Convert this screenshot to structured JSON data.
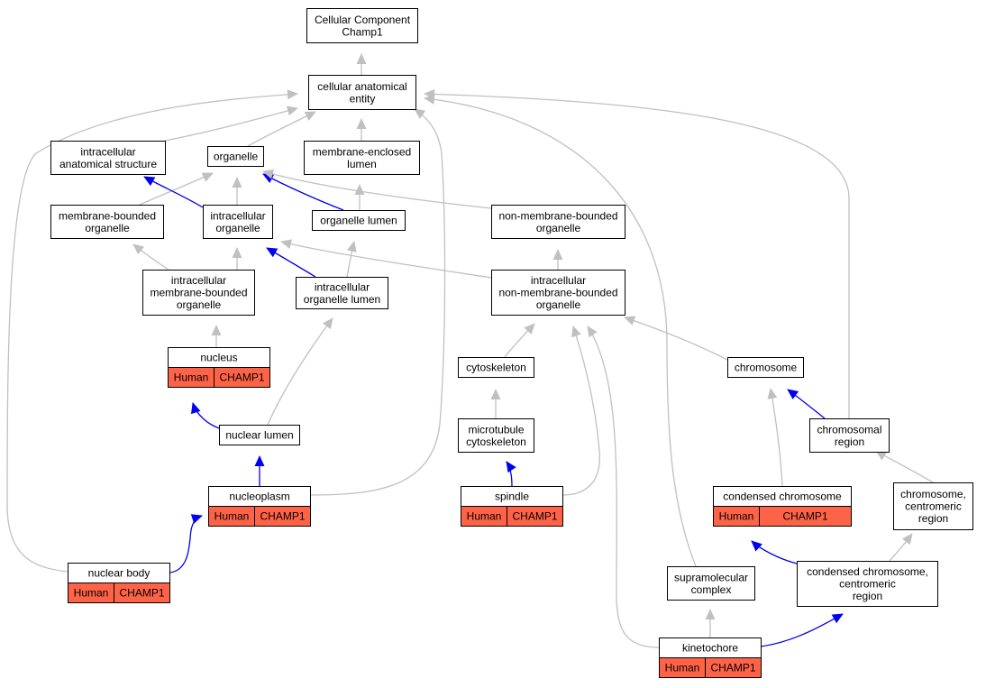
{
  "colors": {
    "is_a": "#c0c0c0",
    "part_of": "#0000ee",
    "annotation_fill": "#ff6347",
    "box_stroke": "#000000",
    "background": "#ffffff"
  },
  "nodes": {
    "root": {
      "lines": [
        "Cellular Component",
        "Champ1"
      ]
    },
    "cae": {
      "lines": [
        "cellular anatomical",
        "entity"
      ]
    },
    "ias": {
      "lines": [
        "intracellular",
        "anatomical structure"
      ]
    },
    "organelle": {
      "lines": [
        "organelle"
      ]
    },
    "mel": {
      "lines": [
        "membrane-enclosed",
        "lumen"
      ]
    },
    "mbo": {
      "lines": [
        "membrane-bounded",
        "organelle"
      ]
    },
    "io": {
      "lines": [
        "intracellular",
        "organelle"
      ]
    },
    "ol": {
      "lines": [
        "organelle lumen"
      ]
    },
    "nmbo": {
      "lines": [
        "non-membrane-bounded",
        "organelle"
      ]
    },
    "imbo": {
      "lines": [
        "intracellular",
        "membrane-bounded",
        "organelle"
      ]
    },
    "iol": {
      "lines": [
        "intracellular",
        "organelle lumen"
      ]
    },
    "inmbo": {
      "lines": [
        "intracellular",
        "non-membrane-bounded",
        "organelle"
      ]
    },
    "nucleus": {
      "lines": [
        "nucleus"
      ],
      "annotation": [
        "Human",
        "CHAMP1"
      ]
    },
    "cytoskeleton": {
      "lines": [
        "cytoskeleton"
      ]
    },
    "chromosome": {
      "lines": [
        "chromosome"
      ]
    },
    "nuclear_lumen": {
      "lines": [
        "nuclear lumen"
      ]
    },
    "mtc": {
      "lines": [
        "microtubule",
        "cytoskeleton"
      ]
    },
    "chrom_region": {
      "lines": [
        "chromosomal",
        "region"
      ]
    },
    "nucleoplasm": {
      "lines": [
        "nucleoplasm"
      ],
      "annotation": [
        "Human",
        "CHAMP1"
      ]
    },
    "spindle": {
      "lines": [
        "spindle"
      ],
      "annotation": [
        "Human",
        "CHAMP1"
      ]
    },
    "condensed": {
      "lines": [
        "condensed chromosome"
      ],
      "annotation": [
        "Human",
        "CHAMP1"
      ]
    },
    "ccr": {
      "lines": [
        "chromosome,",
        "centromeric",
        "region"
      ]
    },
    "nuclear_body": {
      "lines": [
        "nuclear body"
      ],
      "annotation": [
        "Human",
        "CHAMP1"
      ]
    },
    "supra": {
      "lines": [
        "supramolecular",
        "complex"
      ]
    },
    "cccr": {
      "lines": [
        "condensed chromosome,",
        "centromeric",
        "region"
      ]
    },
    "kinetochore": {
      "lines": [
        "kinetochore"
      ],
      "annotation": [
        "Human",
        "CHAMP1"
      ]
    }
  },
  "edges": [
    {
      "from": "cae",
      "to": "root",
      "type": "is_a"
    },
    {
      "from": "ias",
      "to": "cae",
      "type": "is_a"
    },
    {
      "from": "organelle",
      "to": "cae",
      "type": "is_a"
    },
    {
      "from": "mel",
      "to": "cae",
      "type": "is_a"
    },
    {
      "from": "mbo",
      "to": "organelle",
      "type": "is_a"
    },
    {
      "from": "io",
      "to": "organelle",
      "type": "is_a"
    },
    {
      "from": "io",
      "to": "ias",
      "type": "part_of"
    },
    {
      "from": "ol",
      "to": "mel",
      "type": "is_a"
    },
    {
      "from": "ol",
      "to": "organelle",
      "type": "part_of"
    },
    {
      "from": "nmbo",
      "to": "organelle",
      "type": "is_a"
    },
    {
      "from": "imbo",
      "to": "mbo",
      "type": "is_a"
    },
    {
      "from": "imbo",
      "to": "io",
      "type": "is_a"
    },
    {
      "from": "iol",
      "to": "ol",
      "type": "is_a"
    },
    {
      "from": "iol",
      "to": "io",
      "type": "part_of"
    },
    {
      "from": "inmbo",
      "to": "io",
      "type": "is_a"
    },
    {
      "from": "inmbo",
      "to": "nmbo",
      "type": "is_a"
    },
    {
      "from": "nucleus",
      "to": "imbo",
      "type": "is_a"
    },
    {
      "from": "cytoskeleton",
      "to": "inmbo",
      "type": "is_a"
    },
    {
      "from": "chromosome",
      "to": "inmbo",
      "type": "is_a"
    },
    {
      "from": "nuclear_lumen",
      "to": "iol",
      "type": "is_a"
    },
    {
      "from": "nuclear_lumen",
      "to": "nucleus",
      "type": "part_of"
    },
    {
      "from": "mtc",
      "to": "cytoskeleton",
      "type": "is_a"
    },
    {
      "from": "chrom_region",
      "to": "chromosome",
      "type": "part_of"
    },
    {
      "from": "chrom_region",
      "to": "cae",
      "type": "is_a"
    },
    {
      "from": "nucleoplasm",
      "to": "nuclear_lumen",
      "type": "part_of"
    },
    {
      "from": "nucleoplasm",
      "to": "cae",
      "type": "is_a"
    },
    {
      "from": "spindle",
      "to": "mtc",
      "type": "part_of"
    },
    {
      "from": "spindle",
      "to": "inmbo",
      "type": "is_a"
    },
    {
      "from": "condensed",
      "to": "chromosome",
      "type": "is_a"
    },
    {
      "from": "ccr",
      "to": "chrom_region",
      "type": "is_a"
    },
    {
      "from": "nuclear_body",
      "to": "nucleoplasm",
      "type": "part_of"
    },
    {
      "from": "nuclear_body",
      "to": "cae",
      "type": "is_a"
    },
    {
      "from": "supra",
      "to": "cae",
      "type": "is_a"
    },
    {
      "from": "cccr",
      "to": "ccr",
      "type": "is_a"
    },
    {
      "from": "cccr",
      "to": "condensed",
      "type": "part_of"
    },
    {
      "from": "kinetochore",
      "to": "supra",
      "type": "is_a"
    },
    {
      "from": "kinetochore",
      "to": "cccr",
      "type": "part_of"
    },
    {
      "from": "kinetochore",
      "to": "inmbo",
      "type": "is_a"
    }
  ]
}
